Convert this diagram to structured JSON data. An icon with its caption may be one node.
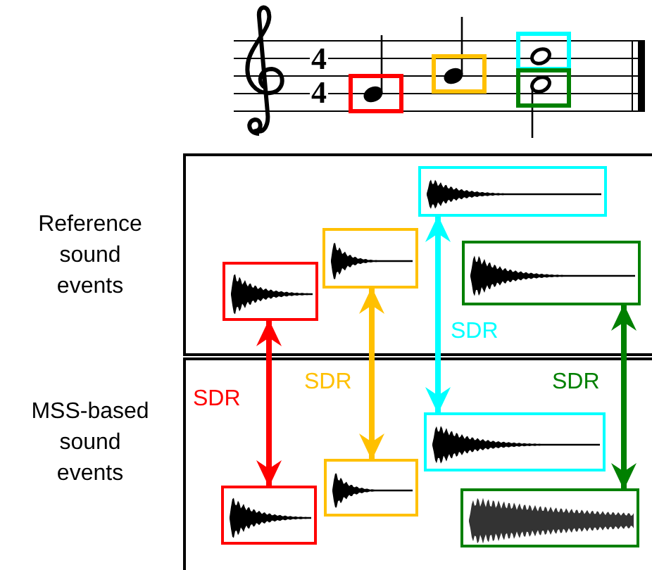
{
  "diagram": {
    "nodes": [
      {
        "text": [
          "Reference sound events"
        ]
      },
      {
        "text": [
          "MSS-based sound events"
        ]
      },
      {
        "text": [],
        "shape": "picture",
        "in": 0
      },
      {
        "text": [],
        "shape": "picture",
        "in": 0
      },
      {
        "text": [],
        "shape": "picture",
        "in": 0
      },
      {
        "text": [],
        "shape": "picture",
        "in": 0
      },
      {
        "text": [],
        "shape": "picture",
        "in": 1
      },
      {
        "text": [],
        "shape": "picture",
        "in": 1
      },
      {
        "text": [],
        "shape": "picture",
        "in": 1
      },
      {
        "text": [],
        "shape": "picture",
        "in": 1
      }
    ],
    "edges": [
      {
        "from": 2,
        "to": 6,
        "arrow": "both",
        "label": "SDR",
        "color": "#ff0000"
      },
      {
        "from": 3,
        "to": 7,
        "arrow": "both",
        "label": "SDR",
        "color": "#ffc000"
      },
      {
        "from": 4,
        "to": 8,
        "arrow": "both",
        "label": "SDR",
        "color": "#00ffff"
      },
      {
        "from": 5,
        "to": 9,
        "arrow": "both",
        "label": "SDR",
        "color": "#008000"
      }
    ],
    "labels": [
      "4",
      "4"
    ]
  }
}
